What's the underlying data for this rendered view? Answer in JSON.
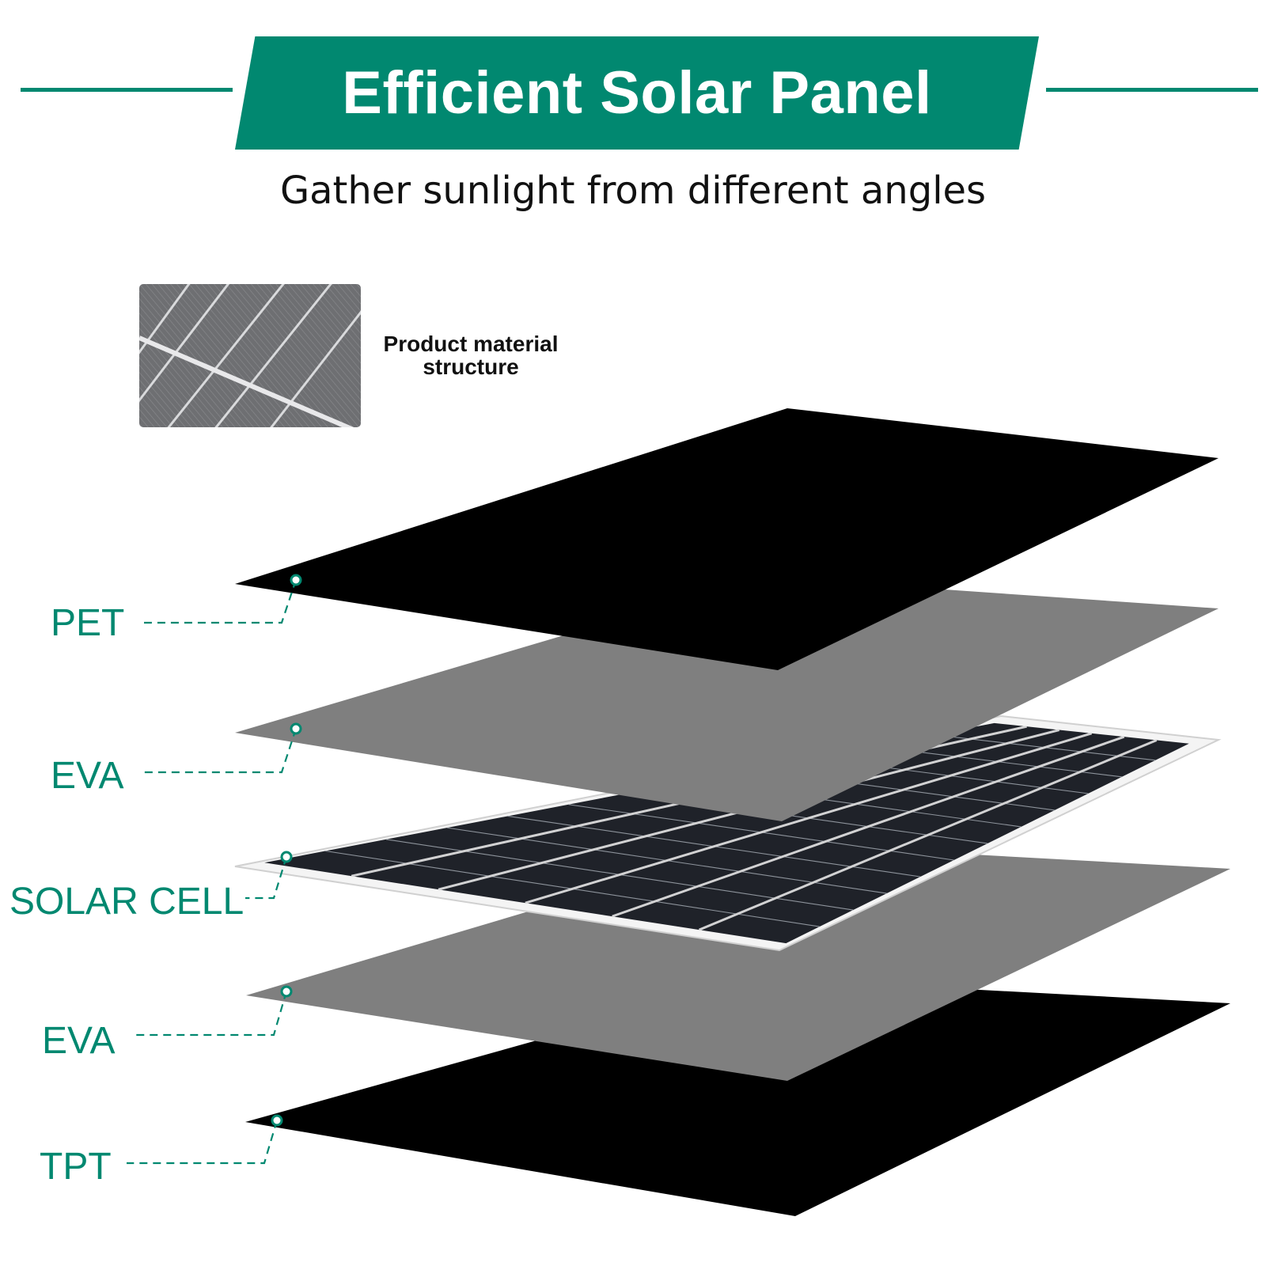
{
  "header": {
    "title": "Efficient Solar Panel",
    "subtitle": "Gather sunlight from different angles"
  },
  "inset": {
    "caption_line1": "Product material",
    "caption_line2": "structure"
  },
  "layers": [
    {
      "label": "PET",
      "material": "black"
    },
    {
      "label": "EVA",
      "material": "gray"
    },
    {
      "label": "SOLAR CELL",
      "material": "cell"
    },
    {
      "label": "EVA",
      "material": "gray"
    },
    {
      "label": "TPT",
      "material": "black"
    }
  ],
  "colors": {
    "accent": "#018870",
    "black_sheet": "#000000",
    "gray_sheet": "#7f7f7f",
    "cell": "#1f2229",
    "cell_frame": "#f4f4f4"
  }
}
